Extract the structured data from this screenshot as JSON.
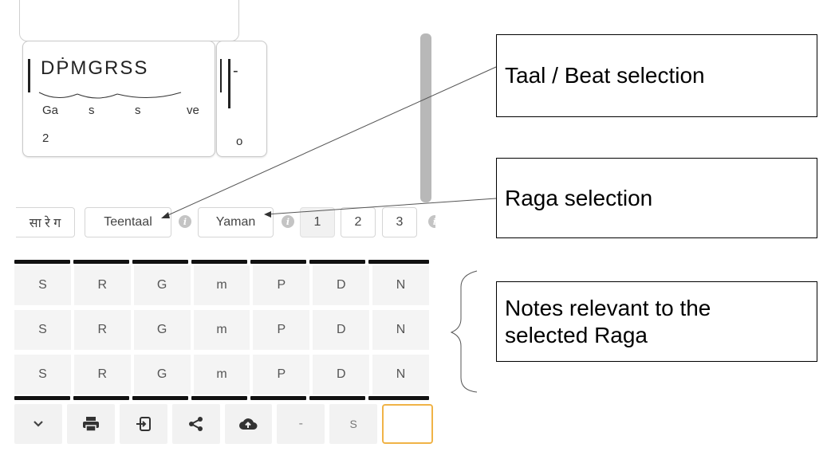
{
  "composition": {
    "notation": {
      "swaras": "DṖMGRSS",
      "lyrics": [
        "Ga",
        "s",
        "s",
        "ve"
      ],
      "beat_number": "2",
      "next_swara": "-",
      "next_beat_marker": "o"
    }
  },
  "toolbar": {
    "script_toggle": "सा रे ग",
    "taal": "Teentaal",
    "raga": "Yaman",
    "info_icon": "i",
    "taal_numbers": [
      "1",
      "2",
      "3"
    ]
  },
  "note_rows": [
    [
      "S",
      "R",
      "G",
      "m",
      "P",
      "D",
      "N"
    ],
    [
      "S",
      "R",
      "G",
      "m",
      "P",
      "D",
      "N"
    ],
    [
      "S",
      "R",
      "G",
      "m",
      "P",
      "D",
      "N"
    ]
  ],
  "bottom_bar": {
    "icons": [
      "chevron-down-icon",
      "print-icon",
      "import-icon",
      "share-icon",
      "cloud-upload-icon"
    ],
    "dash": "-",
    "s_key": "S"
  },
  "annotations": {
    "taal": "Taal / Beat selection",
    "raga": "Raga selection",
    "notes": "Notes relevant to the selected Raga"
  },
  "colors": {
    "accent_border": "#f0b347",
    "scrollbar": "#b8b8b8"
  }
}
